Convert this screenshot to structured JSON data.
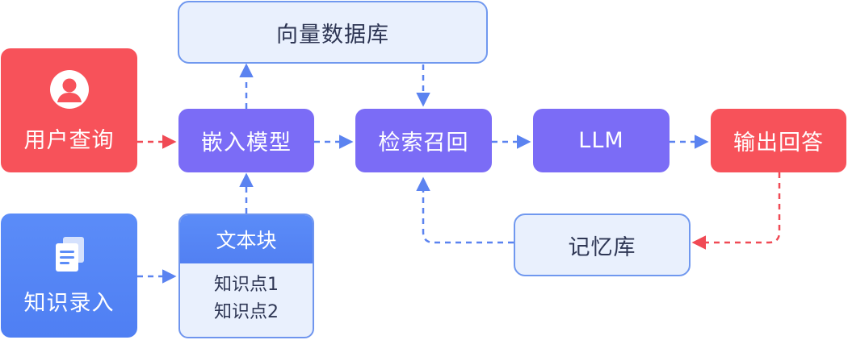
{
  "nodes": {
    "user_query": "用户查询",
    "knowledge_input": "知识录入",
    "vector_db": "向量数据库",
    "embedding_model": "嵌入模型",
    "retrieval": "检索召回",
    "llm": "LLM",
    "output_answer": "输出回答",
    "text_chunk": "文本块",
    "knowledge_points": [
      "知识点1",
      "知识点2"
    ],
    "memory_store": "记忆库"
  },
  "colors": {
    "input_red": "#f7525a",
    "input_blue": "#5b8cf8",
    "process_purple": "#7b6cf6",
    "storage_light": "#e9f0fd",
    "storage_border": "#7098ef",
    "arrow_blue": "#5b83f0",
    "arrow_red": "#f04a55"
  },
  "icons": {
    "user_query": "user-avatar-icon",
    "knowledge_input": "document-icon"
  }
}
